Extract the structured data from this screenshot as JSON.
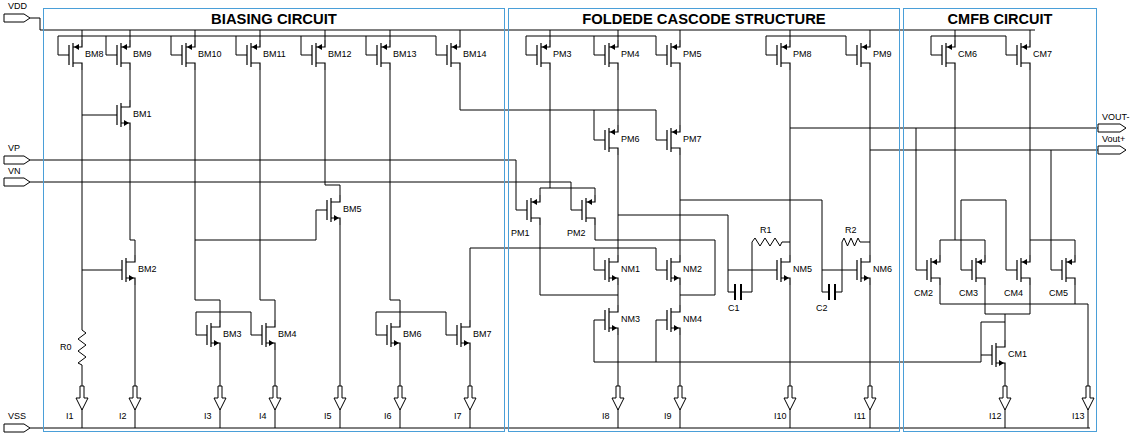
{
  "diagram": {
    "nodes": [
      {
        "text": [
          "BIASING CIRCUIT"
        ]
      },
      {
        "text": [
          "FOLDEDE CASCODE STRUCTURE"
        ]
      },
      {
        "text": [
          "CMFB CIRCUIT"
        ]
      }
    ],
    "labels": [
      "VDD",
      "VP",
      "VN",
      "VSS",
      "VOUT-",
      "Vout+",
      "BM8",
      "BM9",
      "BM1",
      "BM10",
      "BM11",
      "BM12",
      "BM13",
      "BM14",
      "BM5",
      "BM2",
      "BM3",
      "BM4",
      "BM6",
      "BM7",
      "R0",
      "I1",
      "I2",
      "I3",
      "I4",
      "I5",
      "I6",
      "I7",
      "PM3",
      "PM4",
      "PM5",
      "PM8",
      "PM9",
      "PM6",
      "PM7",
      "PM1",
      "PM2",
      "NM1",
      "NM2",
      "NM3",
      "NM4",
      "R1",
      "R2",
      "NM5",
      "NM6",
      "C1",
      "C2",
      "I8",
      "I9",
      "I10",
      "I11",
      "CM6",
      "CM7",
      "CM2",
      "CM3",
      "CM4",
      "CM5",
      "CM1",
      "I12",
      "I13"
    ]
  }
}
